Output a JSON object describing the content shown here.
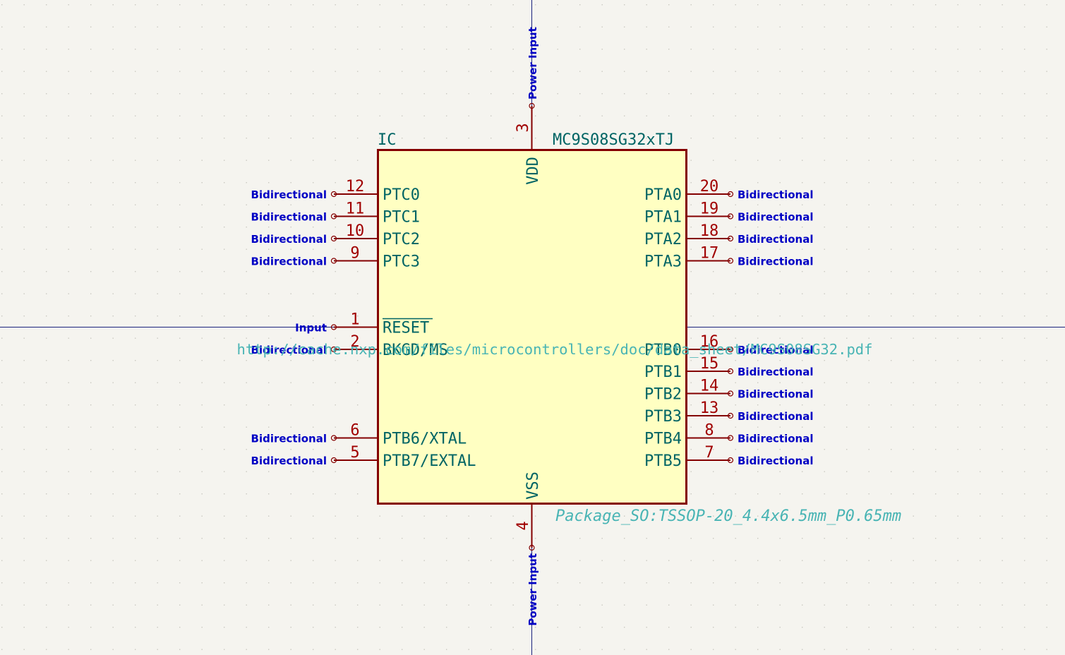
{
  "colors": {
    "background": "#f5f4ef",
    "grid_dot": "#c9c8c0",
    "crosshair": "#1a237e",
    "body_fill": "#ffffc2",
    "body_stroke": "#840000",
    "pin_line": "#840000",
    "pin_number": "#a00000",
    "pin_name": "#006464",
    "pin_type": "#0000c4",
    "field_text": "#006464",
    "field_hidden": "#48b4b4"
  },
  "symbol": {
    "reference": "IC",
    "value": "MC9S08SG32xTJ",
    "footprint": "Package_SO:TSSOP-20_4.4x6.5mm_P0.65mm",
    "datasheet": "http://cache.nxp.com/files/microcontrollers/doc/data_sheet/MC9S08SG32.pdf"
  },
  "pins": {
    "vdd": {
      "number": "3",
      "name": "VDD",
      "type": "Power Input"
    },
    "vss": {
      "number": "4",
      "name": "VSS",
      "type": "Power Input"
    },
    "left": [
      {
        "number": "12",
        "name": "PTC0",
        "type": "Bidirectional"
      },
      {
        "number": "11",
        "name": "PTC1",
        "type": "Bidirectional"
      },
      {
        "number": "10",
        "name": "PTC2",
        "type": "Bidirectional"
      },
      {
        "number": "9",
        "name": "PTC3",
        "type": "Bidirectional"
      },
      {
        "number": "1",
        "name": "RESET",
        "type": "Input"
      },
      {
        "number": "2",
        "name": "BKGD/MS",
        "type": "Bidirectional"
      },
      {
        "number": "6",
        "name": "PTB6/XTAL",
        "type": "Bidirectional"
      },
      {
        "number": "5",
        "name": "PTB7/EXTAL",
        "type": "Bidirectional"
      }
    ],
    "right": [
      {
        "number": "20",
        "name": "PTA0",
        "type": "Bidirectional"
      },
      {
        "number": "19",
        "name": "PTA1",
        "type": "Bidirectional"
      },
      {
        "number": "18",
        "name": "PTA2",
        "type": "Bidirectional"
      },
      {
        "number": "17",
        "name": "PTA3",
        "type": "Bidirectional"
      },
      {
        "number": "16",
        "name": "PTB0",
        "type": "Bidirectional"
      },
      {
        "number": "15",
        "name": "PTB1",
        "type": "Bidirectional"
      },
      {
        "number": "14",
        "name": "PTB2",
        "type": "Bidirectional"
      },
      {
        "number": "13",
        "name": "PTB3",
        "type": "Bidirectional"
      },
      {
        "number": "8",
        "name": "PTB4",
        "type": "Bidirectional"
      },
      {
        "number": "7",
        "name": "PTB5",
        "type": "Bidirectional"
      }
    ]
  }
}
